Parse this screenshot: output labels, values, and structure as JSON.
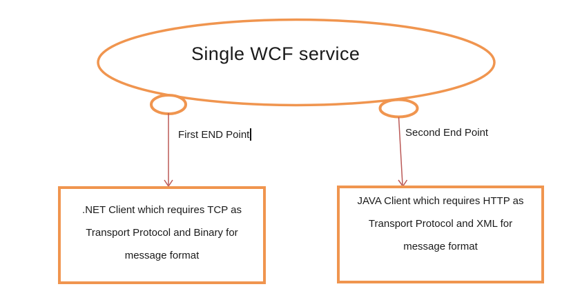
{
  "diagram": {
    "title": "Single WCF service",
    "colors": {
      "shape_orange": "#f0954f",
      "arrow_red": "#ba5856",
      "text_dark": "#1b1b1b",
      "background": "#ffffff"
    },
    "endpoints": [
      {
        "label": "First END Point",
        "has_text_cursor": true
      },
      {
        "label": "Second End Point",
        "has_text_cursor": false
      }
    ],
    "clients": [
      {
        "name": "dotnet-client",
        "lines": [
          ".NET Client which requires TCP as",
          "Transport Protocol and Binary for",
          "message format"
        ]
      },
      {
        "name": "java-client",
        "lines": [
          "JAVA Client which requires HTTP as",
          "Transport Protocol and XML for",
          "message format"
        ]
      }
    ]
  }
}
